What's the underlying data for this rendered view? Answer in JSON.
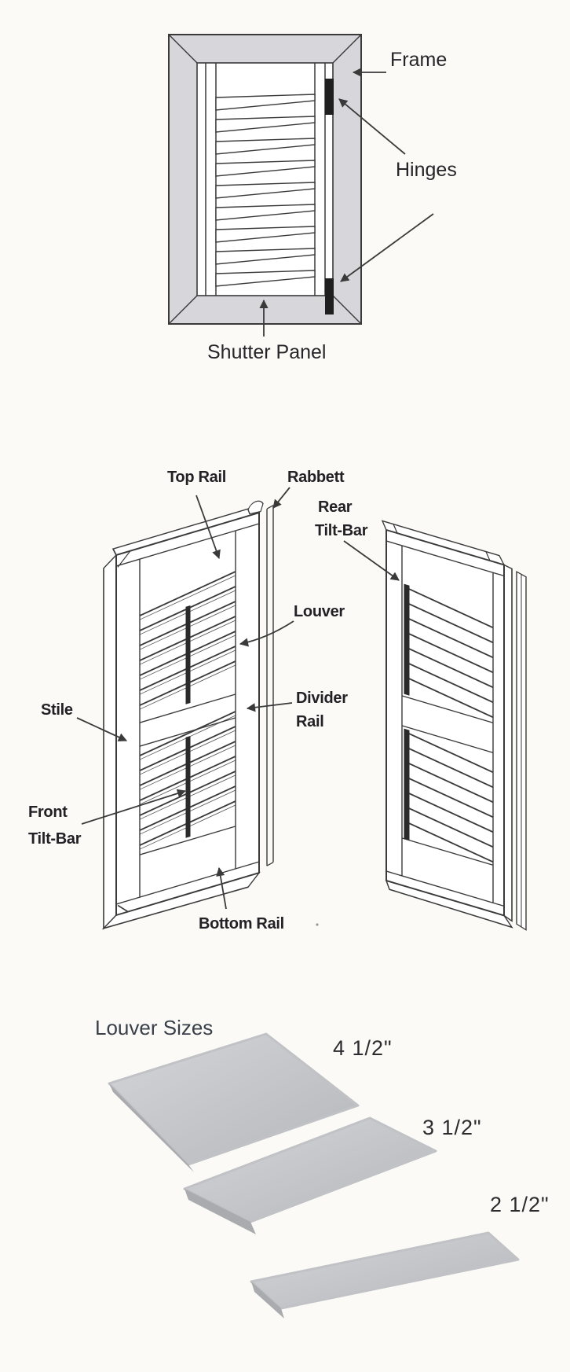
{
  "colors": {
    "background": "#fbfaf7",
    "line_ink": "#3a3a3a",
    "frame_fill": "#d7d6da",
    "hinge_fill": "#1f1f1f",
    "tilt_bar_fill": "#2a2a2a",
    "slat_light": "#d4d5d8",
    "slat_dark": "#b5b7bb",
    "slat_edge": "#a9abaf",
    "label_ink": "#26262a",
    "louver_sizes_title_ink": "#39404a"
  },
  "figure1": {
    "labels": {
      "frame": "Frame",
      "hinges": "Hinges",
      "shutter_panel": "Shutter Panel"
    }
  },
  "figure2": {
    "labels": {
      "top_rail": "Top Rail",
      "rabbett": "Rabbett",
      "rear": "Rear",
      "rear_tilt_bar": "Tilt-Bar",
      "louver": "Louver",
      "divider": "Divider",
      "divider_rail": "Rail",
      "stile": "Stile",
      "front": "Front",
      "front_tilt_bar": "Tilt-Bar",
      "bottom_rail": "Bottom Rail"
    }
  },
  "figure3": {
    "title": "Louver Sizes",
    "sizes": [
      "4 1/2\"",
      "3 1/2\"",
      "2 1/2\""
    ]
  }
}
